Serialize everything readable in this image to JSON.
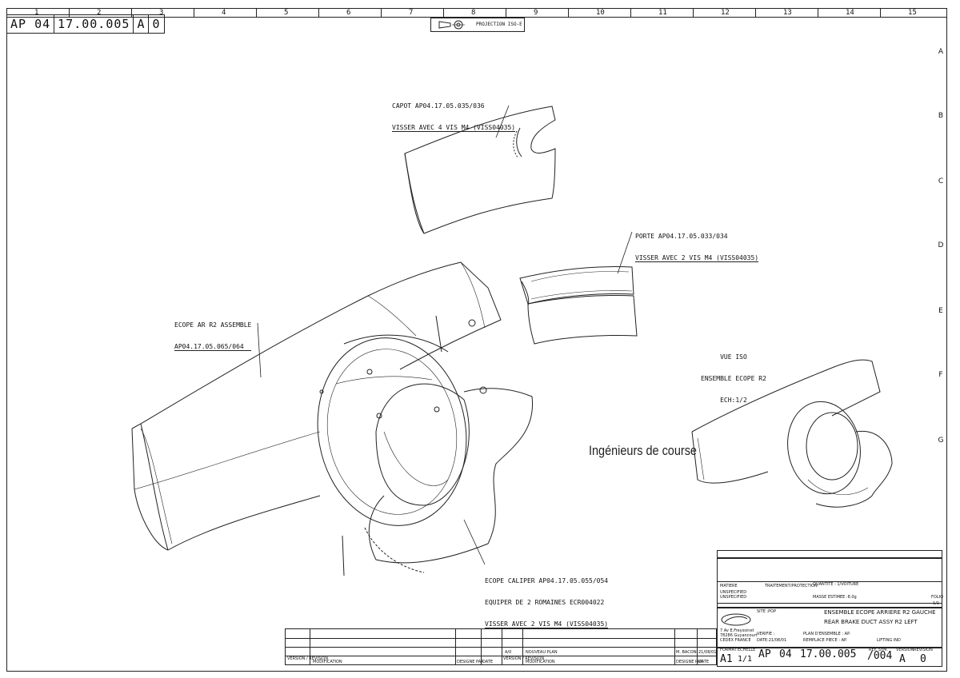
{
  "sheet": {
    "drawing_number": {
      "prefix": "AP 04",
      "number": "17.00.005",
      "rev1": "A",
      "rev2": "0"
    },
    "projection": "PROJECTION ISO-E",
    "columns": [
      "1",
      "2",
      "3",
      "4",
      "5",
      "6",
      "7",
      "8",
      "9",
      "10",
      "11",
      "12",
      "13",
      "14",
      "15"
    ],
    "rows": [
      "A",
      "B",
      "C",
      "D",
      "E",
      "F",
      "G"
    ]
  },
  "callouts": {
    "capot": [
      "CAPOT AP04.17.05.035/036",
      "VISSER AVEC 4 VIS M4 (VISS04035)"
    ],
    "porte": [
      "PORTE AP04.17.05.033/034",
      "VISSER AVEC 2 VIS M4 (VISS04035)"
    ],
    "ecope": [
      "ECOPE AR R2 ASSEMBLE",
      "AP04.17.05.065/064"
    ],
    "vue": [
      "VUE ISO",
      "ENSEMBLE ECOPE R2",
      "ECH:1/2"
    ],
    "caliper": [
      "ECOPE CALIPER AP04.17.05.055/054",
      "EQUIPER DE 2 ROMAINES ECR004022",
      "VISSER AVEC 2 VIS M4 (VISS04035)"
    ]
  },
  "watermark": "Ingénieurs de course",
  "title_block": {
    "title_fr": "ENSEMBLE ECOPE ARRIERE R2 GAUCHE",
    "title_en": "REAR BRAKE DUCT ASSY R2 LEFT",
    "quantity": "QUANTITE : 1/VOITURE",
    "mass": "MASSE ESTIMEE :8.0g",
    "matiere": "MATIERE",
    "unspec1": "UNSPECIFIED",
    "unspec2": "UNSPECIFIED",
    "traitement": "TRAITEMENT/PROTECTION",
    "format_label": "FORMAT",
    "format": "A1",
    "echelle_label": "ECHELLE",
    "echelle": "1/1",
    "ap": "AP",
    "code": "04",
    "number": "17.00.005",
    "sheet": "/004",
    "rev": "A",
    "rev2": "0",
    "folio": "FOLIO",
    "folio_val": "1/1",
    "drawn_by": "M. BACONI",
    "date_drawn": "21/08/01",
    "address": [
      "7 Av E.Freyssinet",
      "78286 Guyancourt",
      "CEDEX FRANCE"
    ],
    "verifie": "VERIFIE :",
    "date_verif": "DATE:21/08/01",
    "plan_ens": "PLAN D'ENSEMBLE : AP.",
    "remplace": "REMPLACE PIECE : AP.",
    "ref": "REF. SYM.",
    "version_lbl": "VERSION",
    "revision_lbl": "REVISION",
    "lieu": "LIFTING IND",
    "site": "SITE :POP"
  },
  "revision_table": {
    "version_label": "VERSION / REVISION",
    "modification_label": "MODIFICATION",
    "designe_label": "DESIGNE PAR",
    "date_label": "DATE",
    "entry_version": "A/0",
    "entry_text": "NOUVEAU PLAN",
    "entry_by": "M. BACONI",
    "entry_date": "21/08/01"
  }
}
